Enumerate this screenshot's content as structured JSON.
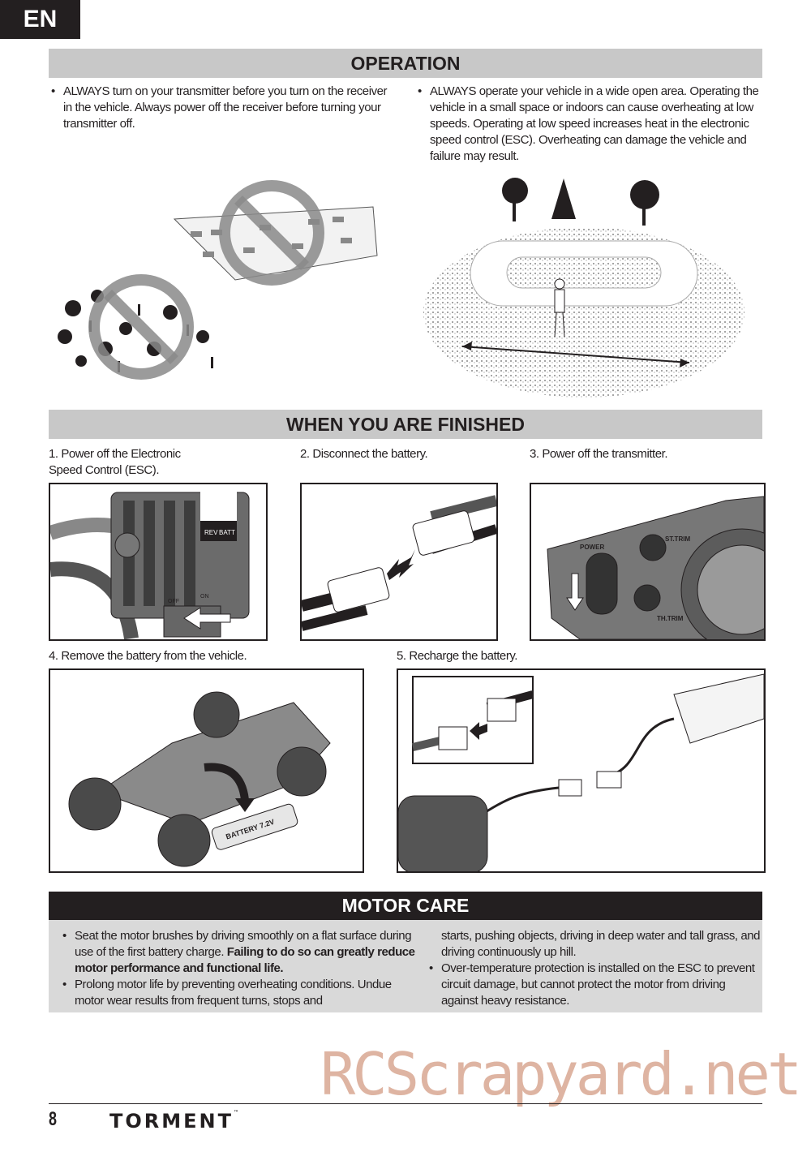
{
  "lang_tab": "EN",
  "operation": {
    "title": "OPERATION",
    "bullets": [
      "ALWAYS turn on your transmitter before you turn on the receiver in the vehicle. Always power off the receiver before turning your transmitter off.",
      "ALWAYS operate your vehicle in a wide open area. Operating the vehicle in a small space or indoors can cause overheating at low speeds. Operating at low speed increases heat in the electronic speed control (ESC). Overheating can damage the vehicle and failure may result."
    ]
  },
  "finished": {
    "title": "WHEN YOU ARE FINISHED",
    "steps": [
      "1. Power off the Electronic Speed Control (ESC).",
      "2. Disconnect the battery.",
      "3. Power off the transmitter.",
      "4. Remove the battery from the vehicle.",
      "5. Recharge the battery."
    ],
    "esc_labels": {
      "rev": "REV",
      "batt": "BATT",
      "off": "OFF",
      "on": "ON"
    },
    "tx_labels": {
      "power": "POWER",
      "st_trim": "ST.TRIM",
      "th_trim": "TH.TRIM"
    },
    "battery_label": "BATTERY 7.2V"
  },
  "motor_care": {
    "title": "MOTOR CARE",
    "b1_plain": "Seat the motor brushes by driving smoothly on a flat surface during use of the first battery charge. ",
    "b1_bold": "Failing to do so can greatly reduce motor performance and functional life.",
    "b2a": "Prolong motor life by preventing overheating conditions. Undue motor wear results from frequent turns, stops and",
    "b2b": "starts, pushing objects, driving in deep water and tall grass, and driving continuously up hill.",
    "b3": "Over-temperature protection is installed on the ESC to prevent circuit damage, but cannot protect the motor from driving against heavy resistance."
  },
  "footer": {
    "page": "8",
    "brand": "TORMENT",
    "tm": "™"
  },
  "watermark": "RCScrapyard.net"
}
